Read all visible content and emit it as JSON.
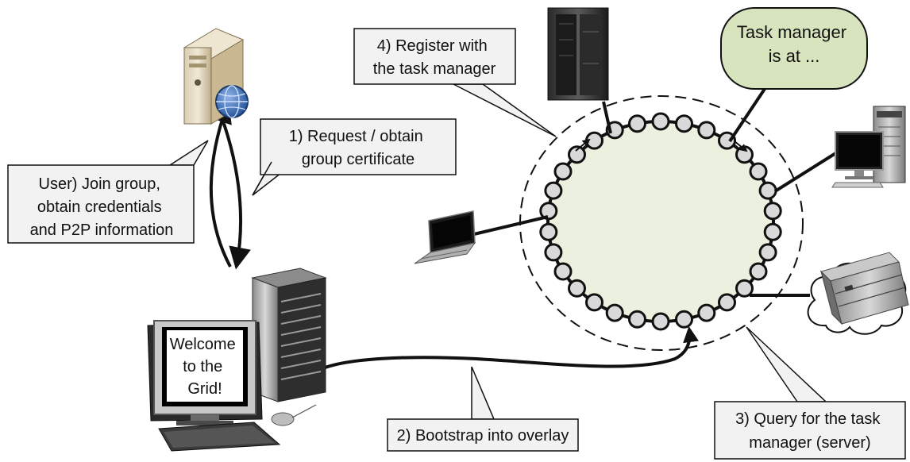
{
  "callouts": {
    "register": [
      "4) Register with",
      "the task manager"
    ],
    "request_cert": [
      "1) Request / obtain",
      "group certificate"
    ],
    "user_join": [
      "User) Join group,",
      "obtain credentials",
      "and P2P information"
    ],
    "bootstrap": [
      "2) Bootstrap into overlay"
    ],
    "query": [
      "3) Query for the task",
      "manager (server)"
    ]
  },
  "speech_bubble": [
    "Task manager",
    "is at ..."
  ],
  "monitor_screen": [
    "Welcome",
    "to the",
    "Grid!"
  ],
  "colors": {
    "overlay_fill": "#EBF1DE",
    "bubble_fill": "#D7E4BD",
    "node_fill": "#D9D9D9",
    "callout_fill": "#F2F2F2",
    "globe_blue": "#2E5FA8"
  },
  "icons": [
    "server-tower-icon",
    "globe-icon",
    "rack-server-icon",
    "desktop-pc-icon",
    "laptop-icon",
    "blade-server-icon",
    "cloud-icon",
    "workstation-icon"
  ]
}
